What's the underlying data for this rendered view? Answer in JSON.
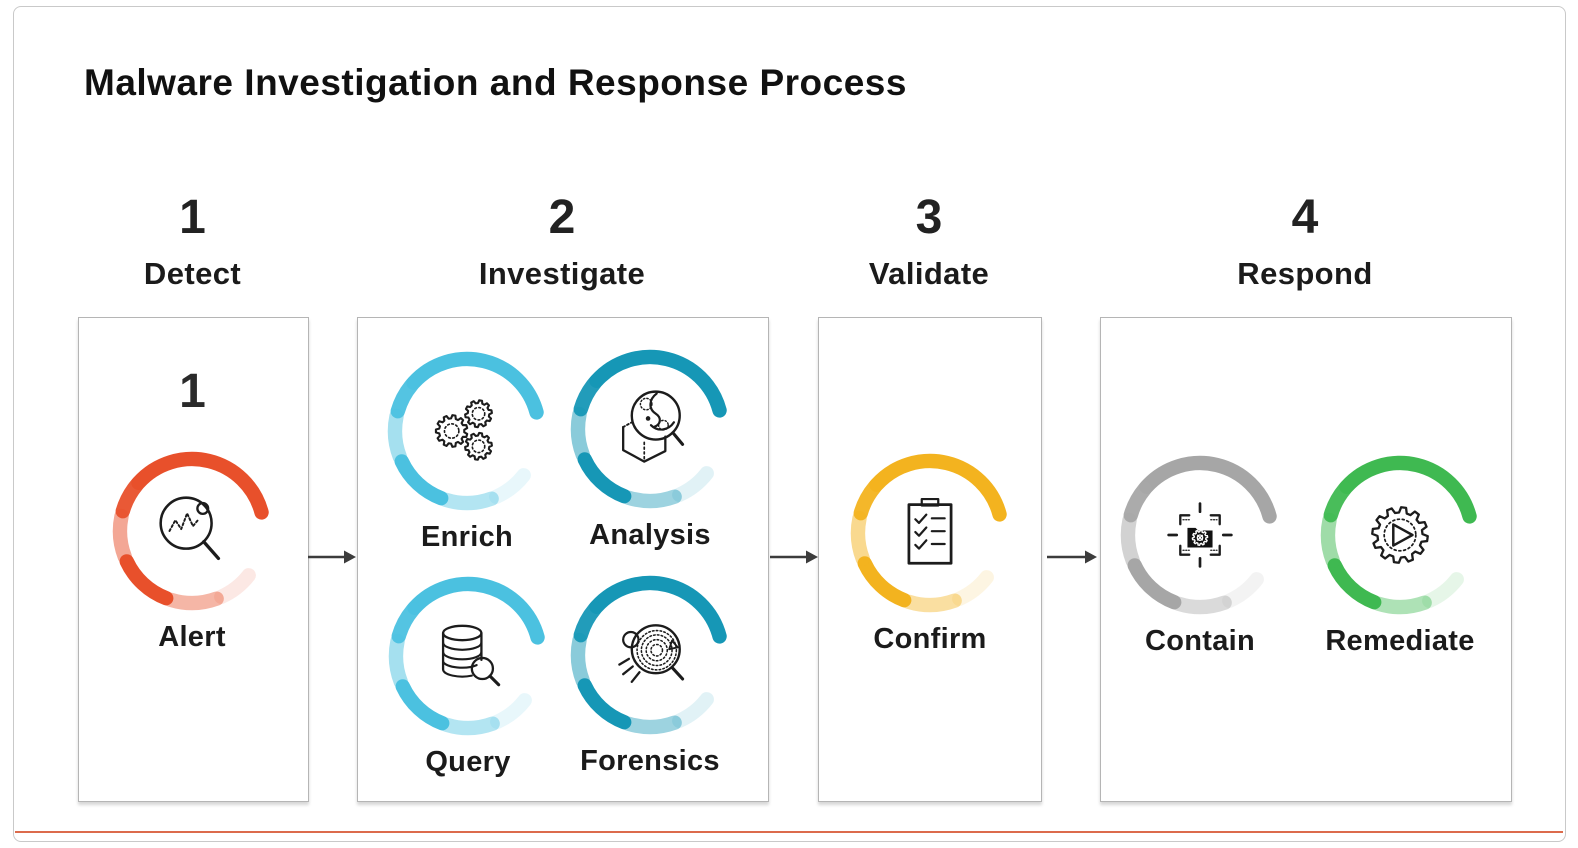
{
  "title": "Malware Investigation and Response Process",
  "colors": {
    "ring_red": "#E8502B",
    "ring_light_blue": "#4BC1E0",
    "ring_teal": "#1697B6",
    "ring_yellow": "#F3B31F",
    "ring_gray": "#A6A6A6",
    "ring_green": "#3FB951",
    "arrow": "#3C3C3C",
    "accent_line": "#DC6B4C"
  },
  "stages": [
    {
      "number": "1",
      "label": "Detect",
      "box_number": "1",
      "items": [
        {
          "label": "Alert",
          "icon": "waveform-magnifier-icon",
          "ring_color": "#E8502B"
        }
      ]
    },
    {
      "number": "2",
      "label": "Investigate",
      "items": [
        {
          "label": "Enrich",
          "icon": "gears-icon",
          "ring_color": "#4BC1E0"
        },
        {
          "label": "Analysis",
          "icon": "malware-cube-magnifier-icon",
          "ring_color": "#1697B6"
        },
        {
          "label": "Query",
          "icon": "database-magnifier-icon",
          "ring_color": "#4BC1E0"
        },
        {
          "label": "Forensics",
          "icon": "bug-fingerprint-magnifier-icon",
          "ring_color": "#1697B6"
        }
      ]
    },
    {
      "number": "3",
      "label": "Validate",
      "items": [
        {
          "label": "Confirm",
          "icon": "checklist-clipboard-icon",
          "ring_color": "#F3B31F"
        }
      ]
    },
    {
      "number": "4",
      "label": "Respond",
      "items": [
        {
          "label": "Contain",
          "icon": "crosshair-malware-target-icon",
          "ring_color": "#A6A6A6"
        },
        {
          "label": "Remediate",
          "icon": "gear-play-icon",
          "ring_color": "#3FB951"
        }
      ]
    }
  ]
}
